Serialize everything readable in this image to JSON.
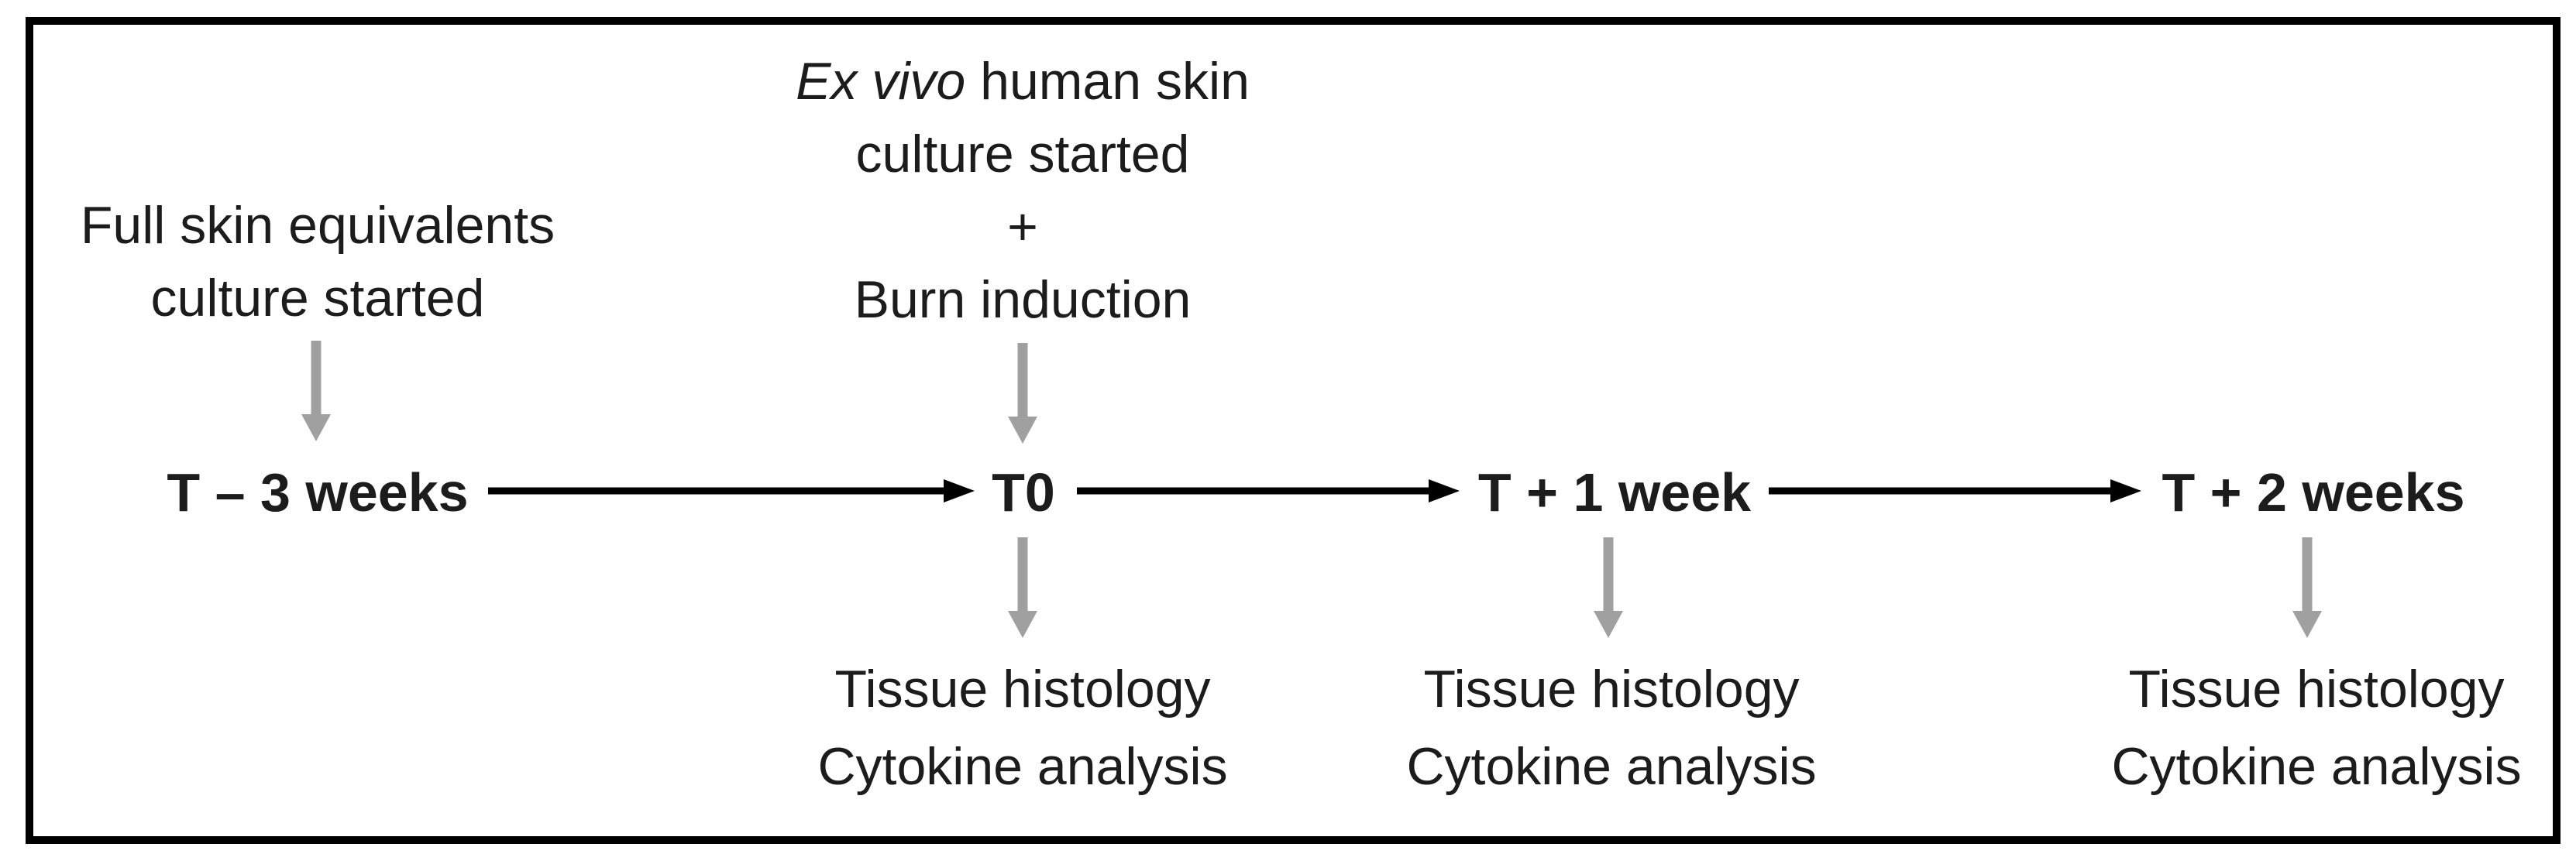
{
  "colors": {
    "background": "#ffffff",
    "frame_border": "#000000",
    "text": "#1c1c1c",
    "timeline_arrow": "#000000",
    "event_arrow": "#a0a0a0"
  },
  "columns": [
    {
      "timepoint": "T – 3 weeks",
      "above_lines": [
        "Full skin equivalents",
        "culture started"
      ],
      "below_lines": []
    },
    {
      "timepoint": "T0",
      "above_line1": {
        "italic": "Ex vivo",
        "rest": "human skin"
      },
      "above_lines": [
        "culture started",
        "+",
        "Burn induction"
      ],
      "below_lines": [
        "Tissue histology",
        "Cytokine analysis"
      ]
    },
    {
      "timepoint": "T + 1 week",
      "below_lines": [
        "Tissue histology",
        "Cytokine analysis"
      ]
    },
    {
      "timepoint": "T + 2 weeks",
      "below_lines": [
        "Tissue histology",
        "Cytokine analysis"
      ]
    }
  ]
}
